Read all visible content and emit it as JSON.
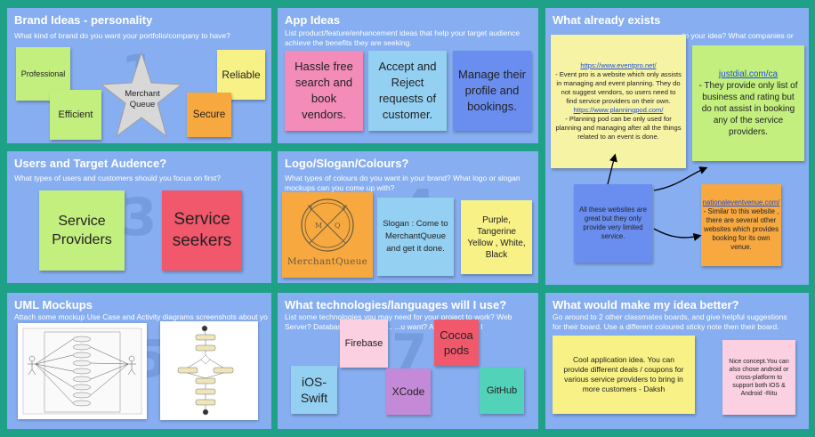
{
  "panels": {
    "brand": {
      "title": "Brand Ideas - personality",
      "desc": "What kind of brand do you want your portfolio/company to have?",
      "number": "1",
      "notes": {
        "professional": "Professional",
        "efficient": "Efficient",
        "merchant": "Merchant Queue",
        "reliable": "Reliable",
        "secure": "Secure"
      }
    },
    "app": {
      "title": "App Ideas",
      "desc": "List product/feature/enhancement ideas that help your target audience achieve the benefits they are seeking.",
      "notes": {
        "hassle": "Hassle free search and book vendors.",
        "accept": "Accept and Reject requests of customer.",
        "manage": "Manage their profile and bookings."
      }
    },
    "exists": {
      "title": "What already exists",
      "desc_right": "to your idea? What companies or",
      "note1_link1": "https://www.eventpro.net/",
      "note1_text1": " - Event pro is a website which only assists in managing and event planning. They do not suggest vendors, so users need to find service providers on their own. ",
      "note1_link2": "https://www.planningpod.com/",
      "note1_text2": " - Planning pod can be only used for planning and managing after all the things related to an event is done.",
      "note2_link": "justdial.com/ca",
      "note2_text": " - They provide only list of business and rating but do not assist in booking any of the service providers.",
      "note3_text": "All these websites are great but they only provide very limited service.",
      "note4_link": "nationaleventvenue.com/",
      "note4_text": " - Similar to this website , there are several other websites which provides booking for its own venue."
    },
    "users": {
      "title": "Users and Target Audence?",
      "desc": "What types of users and customers should you focus on first?",
      "number": "3",
      "notes": {
        "providers": "Service Providers",
        "seekers": "Service seekers"
      }
    },
    "logo": {
      "title": "Logo/Slogan/Colours?",
      "desc": "What types of colours do you want in your brand? What logo or slogan mockups can you come up with?",
      "number": "4",
      "logo_m": "M",
      "logo_q": "Q",
      "logo_text": "MerchantQueue",
      "slogan": "Slogan : Come to MerchantQueue and get it done.",
      "colours": "Purple, Tangerine Yellow , White, Black"
    },
    "uml": {
      "title": "UML Mockups",
      "desc": "Attach some mockup Use Case and Activity diagrams screenshots about yo",
      "number": "5"
    },
    "tech": {
      "title": "What technologies/languages will I use?",
      "desc": "List some technologies you may need for your project to work? Web Server? Databas... ...and fram... ...u want? Android/Apple, I",
      "number": "7",
      "notes": {
        "firebase": "Firebase",
        "cocoa": "Cocoa pods",
        "ios": "iOS-Swift",
        "xcode": "XCode",
        "github": "GitHub"
      }
    },
    "better": {
      "title": "What would make my idea better?",
      "desc": "Go around to 2 other classmates boards, and give helpful suggestions for their board. Use a different coloured sticky note then their board.",
      "note1": "Cool application idea. You can provide different deals / coupons for various service providers to bring in more customers - Daksh",
      "note2": "Nice concept.You can also chose android or cross-platform to support both IOS & Android -Ritu"
    }
  },
  "colors": {
    "board": "#1ea187",
    "panel": "#87aef0",
    "green": "#c3ef7e",
    "yellow": "#f7f186",
    "orange": "#f7a940",
    "pink": "#f38cb8",
    "lightblue": "#93d0f2",
    "blue": "#6a8ef0",
    "red": "#f2586c",
    "purple": "#c48ad7",
    "teal": "#52d3b9",
    "lightpink": "#fbd1e1"
  }
}
